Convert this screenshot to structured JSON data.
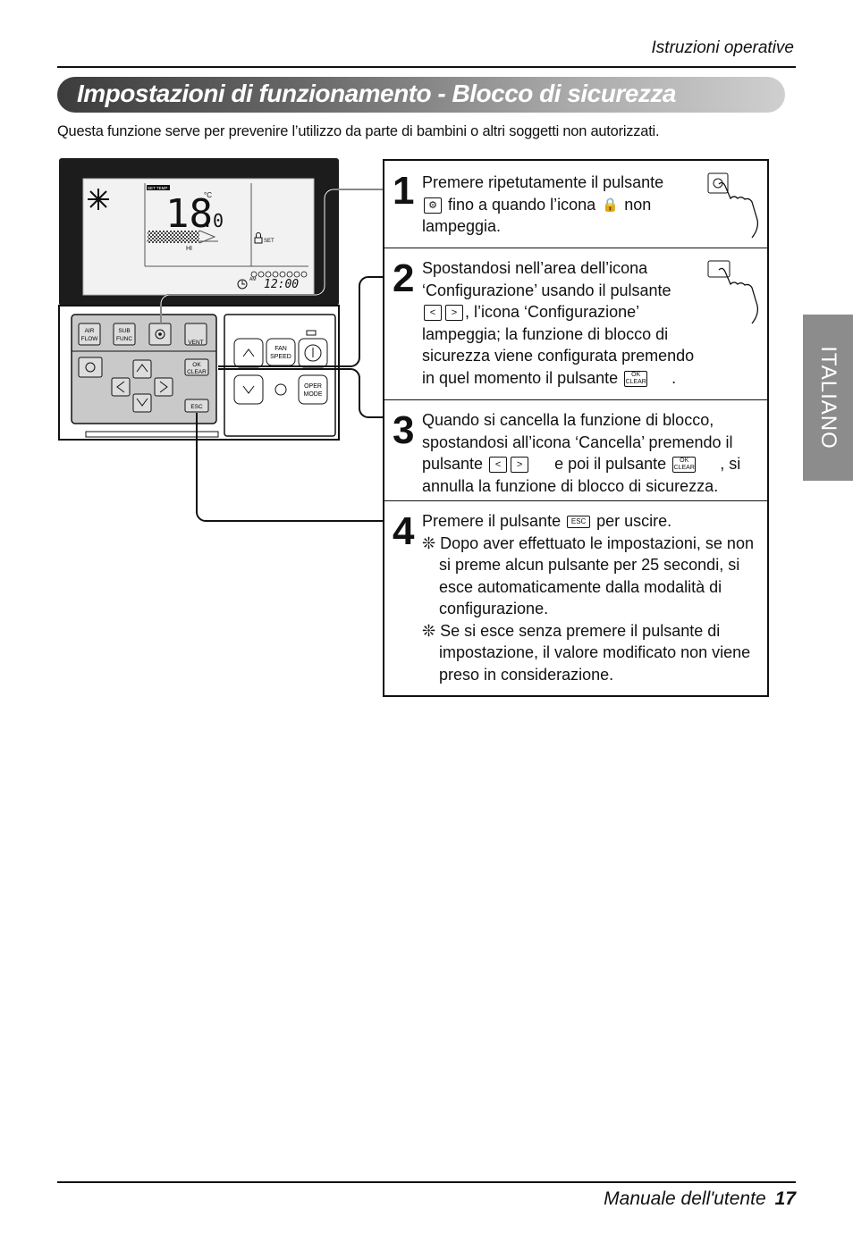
{
  "header": {
    "section": "Istruzioni operative"
  },
  "title": "Impostazioni di funzionamento - Blocco di sicurezza",
  "intro": "Questa funzione serve per prevenire l’utilizzo da parte di bambini o altri soggetti non autorizzati.",
  "side_tab": "ITALIANO",
  "remote": {
    "display": {
      "set_temp_label": "SET TEMP",
      "temperature": "18",
      "temp_decimal": ".0",
      "unit": "°C",
      "fan_label": "HI",
      "lock_set": "SET",
      "am": "AM",
      "clock": "12:00"
    },
    "buttons": {
      "air_flow": "AIR FLOW",
      "sub_func": "SUB FUNC",
      "vent": "VENT",
      "ok_clear": "OK CLEAR",
      "esc": "ESC",
      "fan_speed": "FAN SPEED",
      "oper_mode": "OPER MODE"
    }
  },
  "steps": [
    {
      "number": "1",
      "text_a": "Premere ripetutamente il pulsante",
      "text_b": "fino a quando l’icona",
      "text_c": "non",
      "text_d": "lampeggia."
    },
    {
      "number": "2",
      "text_a": "Spostandosi nell’area dell’icona",
      "text_b": "‘Configurazione’ usando il pulsante",
      "text_c": ", l’icona ‘Configurazione’",
      "text_d": "lampeggia; la funzione di blocco di",
      "text_e": "sicurezza viene configurata premendo",
      "text_f": "in quel momento il pulsante",
      "text_g": "."
    },
    {
      "number": "3",
      "text_a": "Quando si cancella la funzione di blocco,",
      "text_b": "spostandosi all’icona ‘Cancella’ premendo il",
      "text_c": "pulsante",
      "text_d": "e poi il pulsante",
      "text_e": ", si",
      "text_f": "annulla la funzione di blocco di sicurezza."
    },
    {
      "number": "4",
      "text_a": "Premere il pulsante",
      "text_b": "per uscire.",
      "note1": "❊ Dopo aver effettuato le impostazioni, se non si preme alcun pulsante per 25 secondi, si esce automaticamente dalla modalità di configurazione.",
      "note2": "❊ Se si esce senza premere il pulsante di impostazione, il valore modificato non viene preso in considerazione."
    }
  ],
  "footer": {
    "manual": "Manuale dell'utente",
    "page": "17"
  }
}
